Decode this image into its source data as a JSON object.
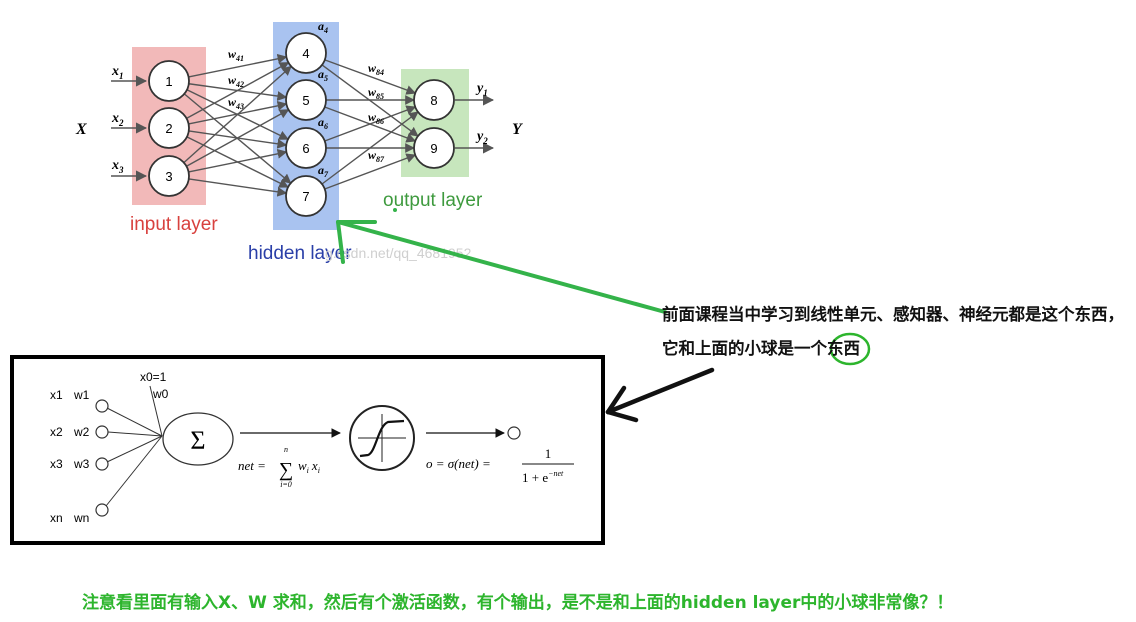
{
  "top_diagram": {
    "input_label": "X",
    "output_label": "Y",
    "inputs": [
      "x",
      "x",
      "x"
    ],
    "input_subs": [
      "1",
      "2",
      "3"
    ],
    "outputs": [
      "y",
      "y"
    ],
    "output_subs": [
      "1",
      "2"
    ],
    "input_nodes": [
      "1",
      "2",
      "3"
    ],
    "hidden_nodes": [
      "4",
      "5",
      "6",
      "7"
    ],
    "output_nodes": [
      "8",
      "9"
    ],
    "activation_labels": [
      "a",
      "a",
      "a",
      "a"
    ],
    "activation_subs": [
      "4",
      "5",
      "6",
      "7"
    ],
    "weights_in": [
      "w",
      "w",
      "w"
    ],
    "weights_in_subs": [
      "41",
      "42",
      "43"
    ],
    "weights_out": [
      "w",
      "w",
      "w",
      "w"
    ],
    "weights_out_subs": [
      "84",
      "85",
      "86",
      "87"
    ],
    "layer_input": "input layer",
    "layer_hidden": "hidden layer",
    "layer_output": "output layer",
    "watermark": "g.csdn.net/qq_4681952",
    "colors": {
      "input_band": "#f2b9b9",
      "hidden_band": "#a9c3f0",
      "output_band": "#c7e6bd",
      "input_text": "#d8413e",
      "hidden_text": "#2a3fa8",
      "output_text": "#3e9a3e"
    }
  },
  "annotation": {
    "text": "前面课程当中学习到线性单元、感知器、神经元都是这个东西，它和上面的小球是一个东西",
    "arrow_color": "#34b34a"
  },
  "perceptron": {
    "inputs": [
      "x1",
      "x2",
      "x3",
      "xn"
    ],
    "weights": [
      "w1",
      "w2",
      "w3",
      "wn"
    ],
    "bias_input": "x0=1",
    "bias_weight": "w0",
    "sum_symbol": "Σ",
    "net_formula": "net =",
    "sum_top": "n",
    "sum_bottom": "i=0",
    "sum_symbol_small": "∑",
    "sum_term": "w",
    "sum_term_sub": "i",
    "sum_term_x": "x",
    "sum_term_x_sub": "i",
    "output_formula": "o = σ(net) =",
    "fraction_num": "1",
    "fraction_den": "1 + e",
    "fraction_exp": "−net"
  },
  "bottom_text": "注意看里面有输入X、W 求和，然后有个激活函数，有个输出，是不是和上面的hidden layer中的小球非常像？！"
}
